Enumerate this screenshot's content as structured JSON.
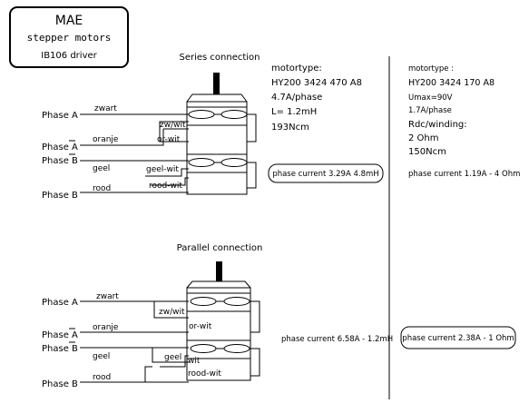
{
  "title_box": {
    "title": "MAE",
    "subtitle": "stepper motors",
    "driver": "IB106 driver"
  },
  "series": {
    "heading": "Series connection",
    "phases": [
      "Phase A",
      "Phase A",
      "Phase B",
      "Phase B"
    ],
    "wires": [
      "zwart",
      "oranje",
      "geel",
      "rood"
    ],
    "bridge_labels": [
      "zw/wit",
      "or-wit",
      "geel-wit",
      "rood-wit"
    ],
    "phase_current": "phase current  3.29A   4.8mH"
  },
  "parallel": {
    "heading": "Parallel connection",
    "phases": [
      "Phase A",
      "Phase A",
      "Phase B",
      "Phase B"
    ],
    "wires": [
      "zwart",
      "oranje",
      "geel",
      "rood"
    ],
    "bridge_labels": [
      "zw/wit",
      "or-wit",
      "geel",
      "wit",
      "rood-wit"
    ],
    "phase_current": "phase current  6.58A - 1.2mH",
    "phase_current_right": "phase current 2.38A - 1 Ohm"
  },
  "motor_left": {
    "label": "motortype:",
    "lines": [
      "HY200  3424 470  A8",
      "4.7A/phase",
      "L= 1.2mH",
      "193Ncm"
    ]
  },
  "motor_right": {
    "label": "motortype :",
    "lines": [
      "HY200  3424  170 A8",
      "Umax=90V",
      "1.7A/phase",
      "Rdc/winding:",
      "2 Ohm",
      "150Ncm"
    ],
    "phase_current": "phase current 1.19A - 4 Ohm"
  }
}
